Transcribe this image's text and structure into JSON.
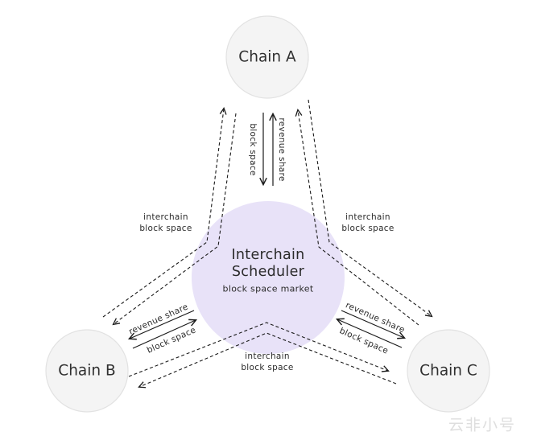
{
  "diagram": {
    "nodes": {
      "chain_a": {
        "label": "Chain A"
      },
      "chain_b": {
        "label": "Chain B"
      },
      "chain_c": {
        "label": "Chain C"
      },
      "scheduler": {
        "title1": "Interchain",
        "title2": "Scheduler",
        "subtitle": "block space market"
      }
    },
    "edges": {
      "block_space": "block space",
      "revenue_share": "revenue share",
      "interchain_line1": "interchain",
      "interchain_line2": "block space"
    },
    "colors": {
      "chain_fill": "#f4f4f4",
      "chain_stroke": "#e2e2e2",
      "scheduler_fill": "#e8e2f8",
      "line": "#1a1a1a",
      "text": "#2b2b2b",
      "watermark": "#dedede"
    },
    "watermark": "云非小号"
  }
}
